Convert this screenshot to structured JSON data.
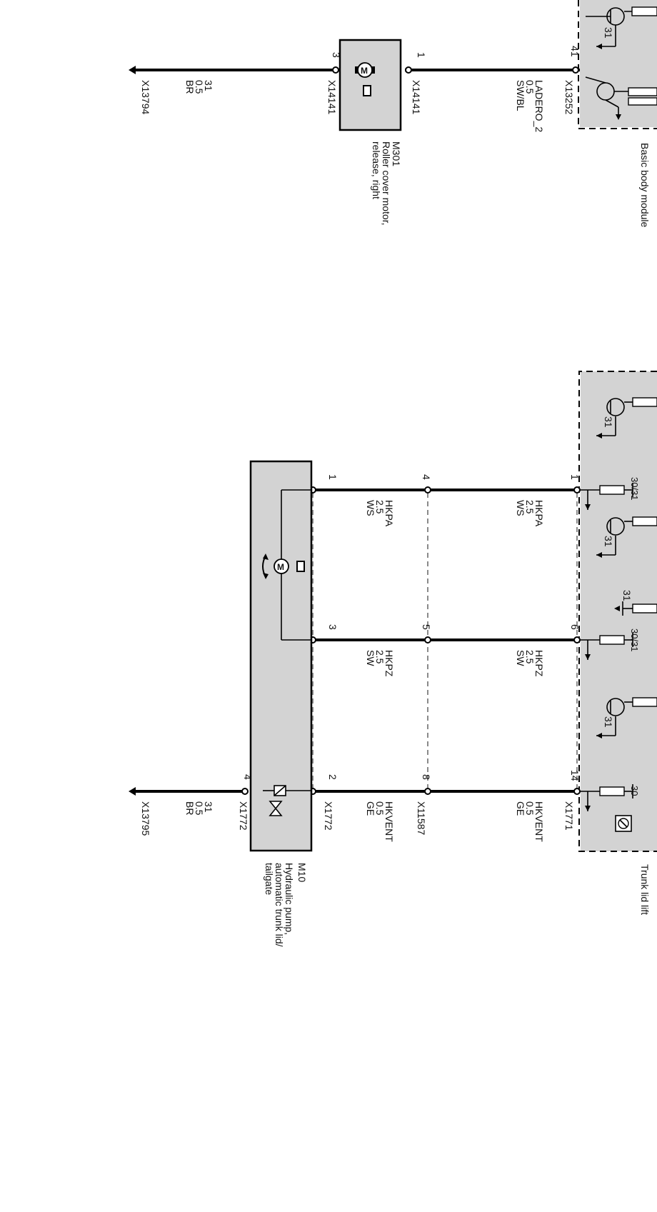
{
  "modules": {
    "bbm": {
      "title": "Basic body module"
    },
    "tll": {
      "title": "Trunk lid lift"
    }
  },
  "components": {
    "m301": {
      "id": "M301",
      "name_line1": "Roller cover motor,",
      "name_line2": "release, right"
    },
    "m10": {
      "id": "M10",
      "name_line1": "Hydraulic pump,",
      "name_line2": "automatic trunk lid/",
      "name_line3": "tailgate"
    }
  },
  "connectors": {
    "x13252": "X13252",
    "x14141_a": "X14141",
    "x14141_b": "X14141",
    "x13794": "X13794",
    "x1771": "X1771",
    "x11587": "X11587",
    "x1772_a": "X1772",
    "x1772_b": "X1772",
    "x13795": "X13795"
  },
  "pins": {
    "bbm_41": "41",
    "m301_1": "1",
    "m301_3": "3",
    "tll_1": "1",
    "tll_6": "6",
    "tll_14": "14",
    "x11587_4": "4",
    "x11587_5": "5",
    "x11587_8": "8",
    "m10_1": "1",
    "m10_3": "3",
    "m10_2": "2",
    "m10_4": "4"
  },
  "wires": {
    "ladero": {
      "signal": "LADERO_2",
      "size": "0.5",
      "color": "SW/BL"
    },
    "gnd1": {
      "signal": "31",
      "size": "0.5",
      "color": "BR"
    },
    "hkpa_a": {
      "signal": "HKPA",
      "size": "2.5",
      "color": "WS"
    },
    "hkpa_b": {
      "signal": "HKPA",
      "size": "2.5",
      "color": "WS"
    },
    "hkpz_a": {
      "signal": "HKPZ",
      "size": "2.5",
      "color": "SW"
    },
    "hkpz_b": {
      "signal": "HKPZ",
      "size": "2.5",
      "color": "SW"
    },
    "hkvent_a": {
      "signal": "HKVENT",
      "size": "0.5",
      "color": "GE"
    },
    "hkvent_b": {
      "signal": "HKVENT",
      "size": "0.5",
      "color": "GE"
    },
    "gnd2": {
      "signal": "31",
      "size": "0.5",
      "color": "BR"
    }
  },
  "internal": {
    "bbm_gnd_a": "31",
    "tll_gnd_a": "31",
    "tll_res_1": "30/31",
    "tll_gnd_b": "31",
    "tll_gnd_c": "31",
    "tll_res_6": "30/31",
    "tll_gnd_d": "31",
    "tll_res_14": "30"
  },
  "colors": {
    "module_fill": "#d3d3d3",
    "line": "#000000",
    "shield": "#8a8a8a"
  }
}
